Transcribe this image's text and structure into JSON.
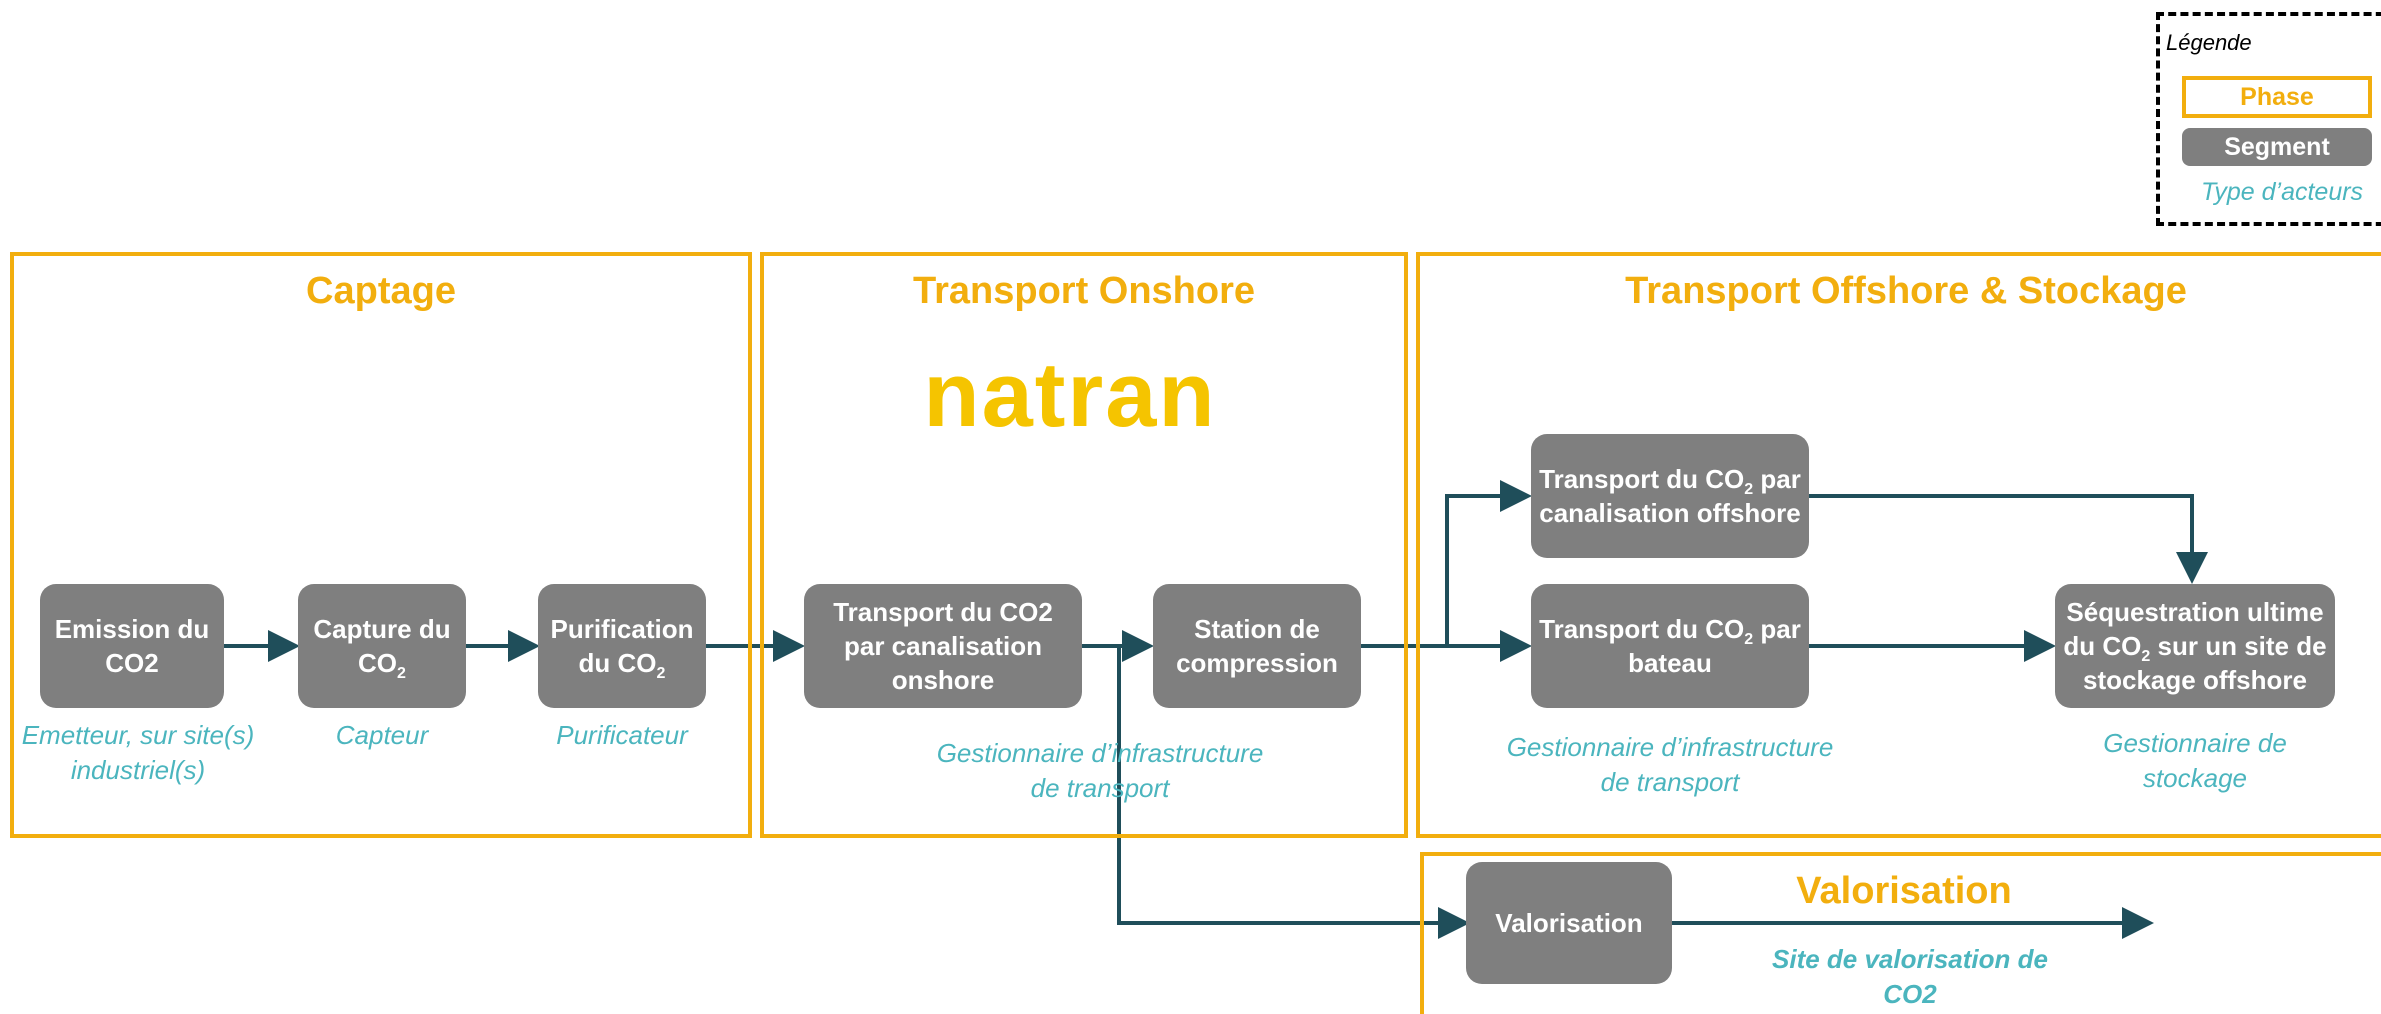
{
  "colors": {
    "phase": "#F2AE0E",
    "segment": "#7F7F7F",
    "actor": "#4BB5BE",
    "arrow": "#1F4E5A"
  },
  "legend": {
    "title": "Légende",
    "phase": "Phase",
    "segment": "Segment",
    "actor": "Type d’acteurs"
  },
  "phases": {
    "captage": "Captage",
    "onshore": "Transport Onshore",
    "offshore": "Transport Offshore & Stockage",
    "valorisation": "Valorisation"
  },
  "logo": {
    "text": "natran",
    "icon": "natran-logo"
  },
  "segments": {
    "emission": {
      "line1": "Emission du",
      "line2": "CO2"
    },
    "capture": {
      "line1": "Capture du",
      "line2_pre": "CO",
      "sub": "2"
    },
    "purification": {
      "line1": "Purification",
      "line2_pre": "du CO",
      "sub": "2"
    },
    "canalisation_onshore": {
      "line1": "Transport du CO2",
      "line2": "par canalisation",
      "line3": "onshore"
    },
    "compression": {
      "line1": "Station de",
      "line2": "compression"
    },
    "canalisation_offshore": {
      "line1_pre": "Transport du CO",
      "sub": "2",
      "line1_post": " par",
      "line2": "canalisation offshore"
    },
    "bateau": {
      "line1_pre": "Transport du CO",
      "sub": "2",
      "line1_post": " par",
      "line2": "bateau"
    },
    "sequestration": {
      "line1": "Séquestration ultime",
      "line2_pre": "du CO",
      "sub": "2",
      "line2_post": " sur un site de",
      "line3": "stockage offshore"
    },
    "valorisation": {
      "line1": "Valorisation"
    }
  },
  "actors": {
    "emetteur": {
      "line1": "Emetteur, sur site(s)",
      "line2": "industriel(s)"
    },
    "capteur": "Capteur",
    "purificateur": "Purificateur",
    "gestionnaire_onshore": {
      "line1": "Gestionnaire d’infrastructure",
      "line2": "de transport"
    },
    "gestionnaire_offshore": {
      "line1": "Gestionnaire d’infrastructure",
      "line2": "de transport"
    },
    "gestionnaire_stockage": {
      "line1": "Gestionnaire de",
      "line2": "stockage"
    },
    "site_valorisation": {
      "line1": "Site de valorisation de",
      "line2": "CO2"
    }
  }
}
